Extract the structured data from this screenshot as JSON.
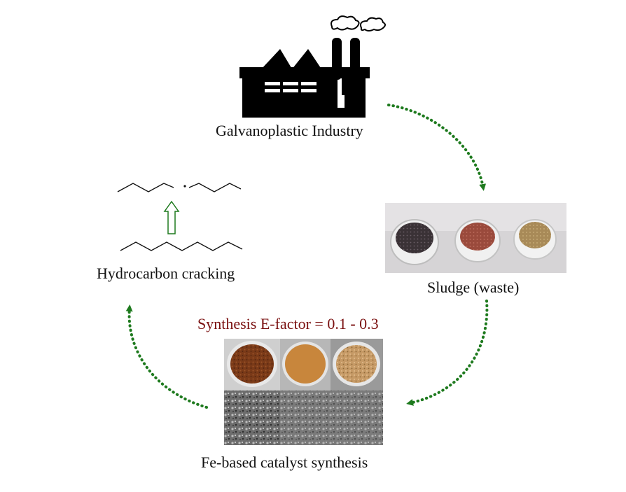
{
  "labels": {
    "industry": "Galvanoplastic Industry",
    "sludge": "Sludge (waste)",
    "catalyst": "Fe-based catalyst synthesis",
    "cracking": "Hydrocarbon cracking"
  },
  "efactor": {
    "prefix": "Synthesis E-factor = 0.1",
    "dash": "-",
    "suffix": "0.3"
  },
  "colors": {
    "arrow": "#1e7a1e",
    "efactor_text": "#7a1010",
    "icon": "#000000"
  },
  "icons": {
    "factory": "factory-icon",
    "sludge_photo": "sludge-samples-photo",
    "catalyst_photo": "catalyst-powders-photo",
    "sem_photo": "sem-micrographs-photo",
    "molecule": "hydrocarbon-chain-icon"
  }
}
